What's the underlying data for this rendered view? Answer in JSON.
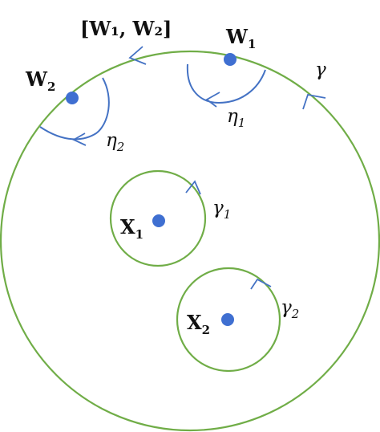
{
  "colors": {
    "circle": "#70ad47",
    "point": "#3f6fd1",
    "arrow": "#4472c4",
    "text": "#111111"
  },
  "labels": {
    "commutator": "[W₁, W₂]",
    "w1": {
      "main": "W",
      "sub": "1"
    },
    "w2": {
      "main": "W",
      "sub": "2"
    },
    "x1": {
      "main": "X",
      "sub": "1"
    },
    "x2": {
      "main": "X",
      "sub": "2"
    },
    "gamma": "γ",
    "gamma1": {
      "main": "γ",
      "sub": "1"
    },
    "gamma2": {
      "main": "γ",
      "sub": "2"
    },
    "eta1": {
      "main": "η",
      "sub": "1"
    },
    "eta2": {
      "main": "η",
      "sub": "2"
    }
  },
  "icons": {
    "points": "filled-dot",
    "orientation": "arrowhead"
  }
}
